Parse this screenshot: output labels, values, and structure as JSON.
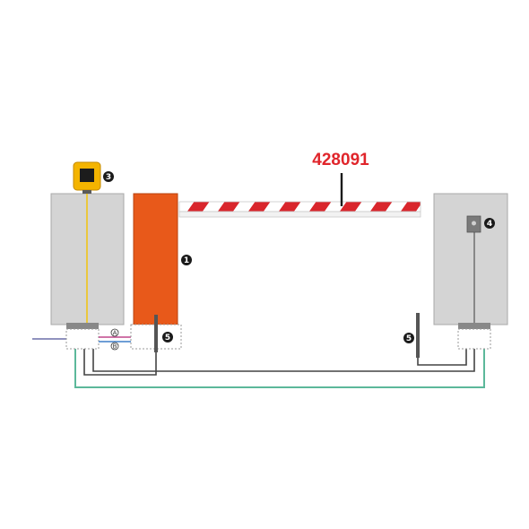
{
  "part_code": "428091",
  "callouts": {
    "barrier": "1",
    "signal_light": "3",
    "receiver": "4",
    "loop_left": "5",
    "loop_right": "5"
  },
  "wire_labels": {
    "a": "A",
    "b": "B"
  },
  "colors": {
    "part_code": "#e0252b",
    "barrier_body": "#e8591a",
    "boom_red": "#d9262c",
    "cabinet": "#d4d4d4",
    "signal_light": "#f4b400",
    "wire_green": "#5cb89a",
    "wire_yellow": "#f0c419",
    "wire_dark": "#333333"
  }
}
